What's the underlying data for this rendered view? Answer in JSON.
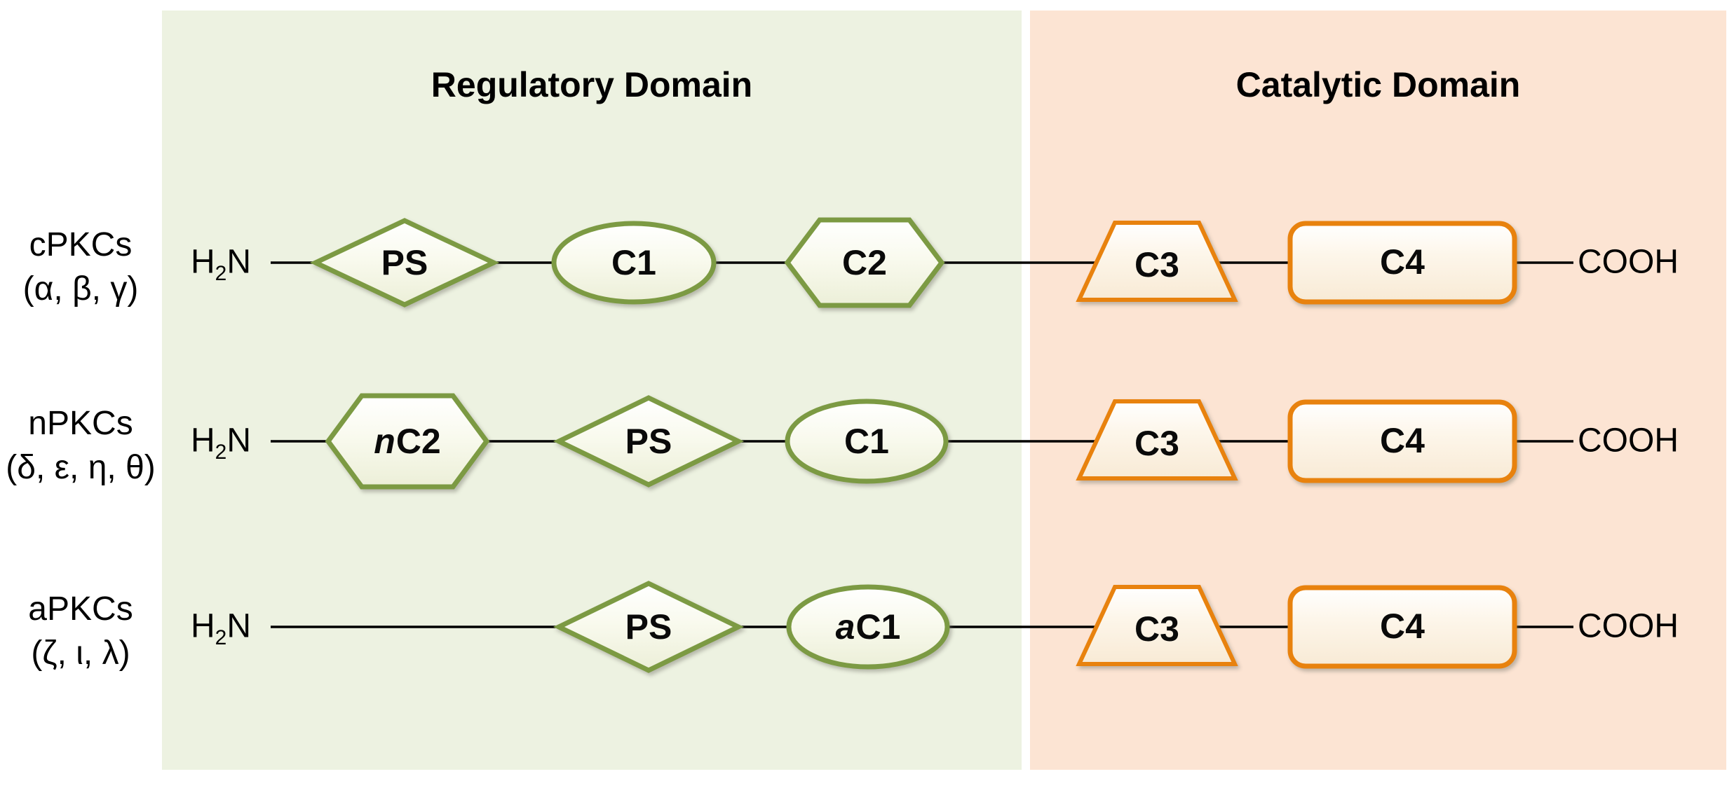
{
  "figure": {
    "panels": {
      "regulatory": {
        "title": "Regulatory Domain",
        "bg_color": "#edf2e1",
        "accent_color": "#7c9a43"
      },
      "catalytic": {
        "title": "Catalytic Domain",
        "bg_color": "#fce4d3",
        "accent_color": "#e8820e"
      }
    },
    "terminals": {
      "amino_h": "H",
      "amino_sub": "2",
      "amino_n": "N",
      "carboxyl": "COOH"
    },
    "rows": [
      {
        "name": "cPKCs",
        "isoforms": "(α, β, γ)",
        "domains": [
          {
            "prefix": "",
            "label": "PS",
            "shape": "diamond",
            "region": "regulatory"
          },
          {
            "prefix": "",
            "label": "C1",
            "shape": "ellipse",
            "region": "regulatory"
          },
          {
            "prefix": "",
            "label": "C2",
            "shape": "hexagon",
            "region": "regulatory"
          },
          {
            "prefix": "",
            "label": "C3",
            "shape": "trapezoid",
            "region": "catalytic"
          },
          {
            "prefix": "",
            "label": "C4",
            "shape": "rounded-rectangle",
            "region": "catalytic"
          }
        ]
      },
      {
        "name": "nPKCs",
        "isoforms": "(δ, ε, η, θ)",
        "domains": [
          {
            "prefix": "n",
            "label": "C2",
            "shape": "hexagon",
            "region": "regulatory"
          },
          {
            "prefix": "",
            "label": "PS",
            "shape": "diamond",
            "region": "regulatory"
          },
          {
            "prefix": "",
            "label": "C1",
            "shape": "ellipse",
            "region": "regulatory"
          },
          {
            "prefix": "",
            "label": "C3",
            "shape": "trapezoid",
            "region": "catalytic"
          },
          {
            "prefix": "",
            "label": "C4",
            "shape": "rounded-rectangle",
            "region": "catalytic"
          }
        ]
      },
      {
        "name": "aPKCs",
        "isoforms": "(ζ, ι, λ)",
        "domains": [
          {
            "prefix": "",
            "label": "PS",
            "shape": "diamond",
            "region": "regulatory"
          },
          {
            "prefix": "a",
            "label": "C1",
            "shape": "ellipse",
            "region": "regulatory"
          },
          {
            "prefix": "",
            "label": "C3",
            "shape": "trapezoid",
            "region": "catalytic"
          },
          {
            "prefix": "",
            "label": "C4",
            "shape": "rounded-rectangle",
            "region": "catalytic"
          }
        ]
      }
    ]
  }
}
